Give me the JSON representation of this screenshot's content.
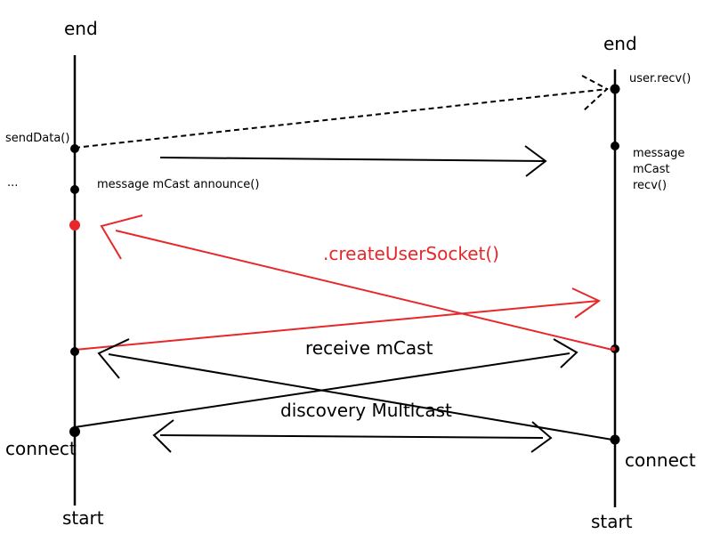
{
  "left_lifeline": {
    "top_label": "end",
    "bottom_label": "start",
    "connect_label": "connect",
    "send_label": "sendData()",
    "ellipsis_label": "..."
  },
  "right_lifeline": {
    "top_label": "end",
    "bottom_label": "start",
    "connect_label": "connect",
    "recv_label": "user.recv()",
    "message_lines": [
      "message",
      "mCast",
      "recv()"
    ]
  },
  "messages": {
    "announce": "message mCast announce()",
    "create_socket": ".createUserSocket()",
    "receive": "receive mCast",
    "discovery": "discovery Multicast"
  },
  "colors": {
    "line": "#000000",
    "highlight": "#e8272b"
  }
}
